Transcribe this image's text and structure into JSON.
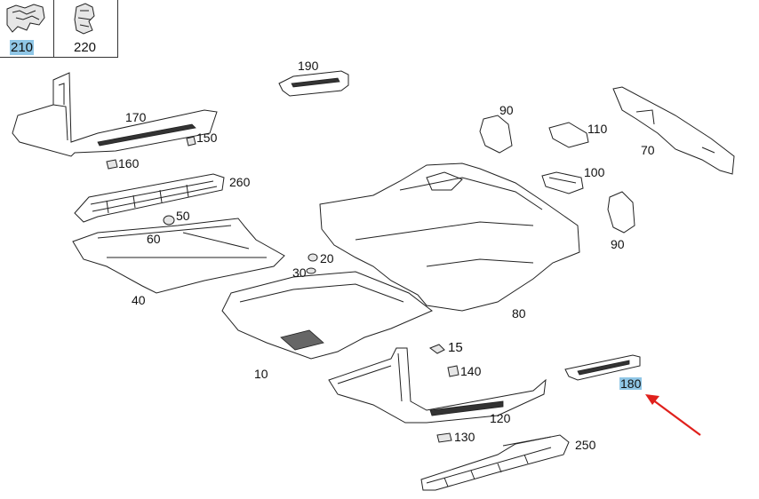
{
  "diagram": {
    "legend": [
      {
        "id": "210",
        "label": "210",
        "highlighted": true
      },
      {
        "id": "220",
        "label": "220",
        "highlighted": false
      }
    ],
    "parts": {
      "p10": "10",
      "p15": "15",
      "p20": "20",
      "p30": "30",
      "p40": "40",
      "p50": "50",
      "p60": "60",
      "p70": "70",
      "p80": "80",
      "p90a": "90",
      "p90b": "90",
      "p100": "100",
      "p110": "110",
      "p120": "120",
      "p130": "130",
      "p140": "140",
      "p150": "150",
      "p160": "160",
      "p170": "170",
      "p180": "180",
      "p190": "190",
      "p250": "250",
      "p260": "260"
    },
    "highlighted_part": "180",
    "arrow_color": "#e0201c",
    "highlight_color": "#8fc6e6"
  }
}
